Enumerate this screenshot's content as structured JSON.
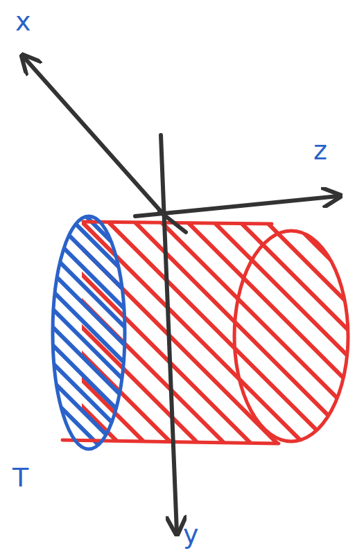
{
  "diagram": {
    "labels": [
      "x",
      "z",
      "y",
      "T"
    ]
  }
}
